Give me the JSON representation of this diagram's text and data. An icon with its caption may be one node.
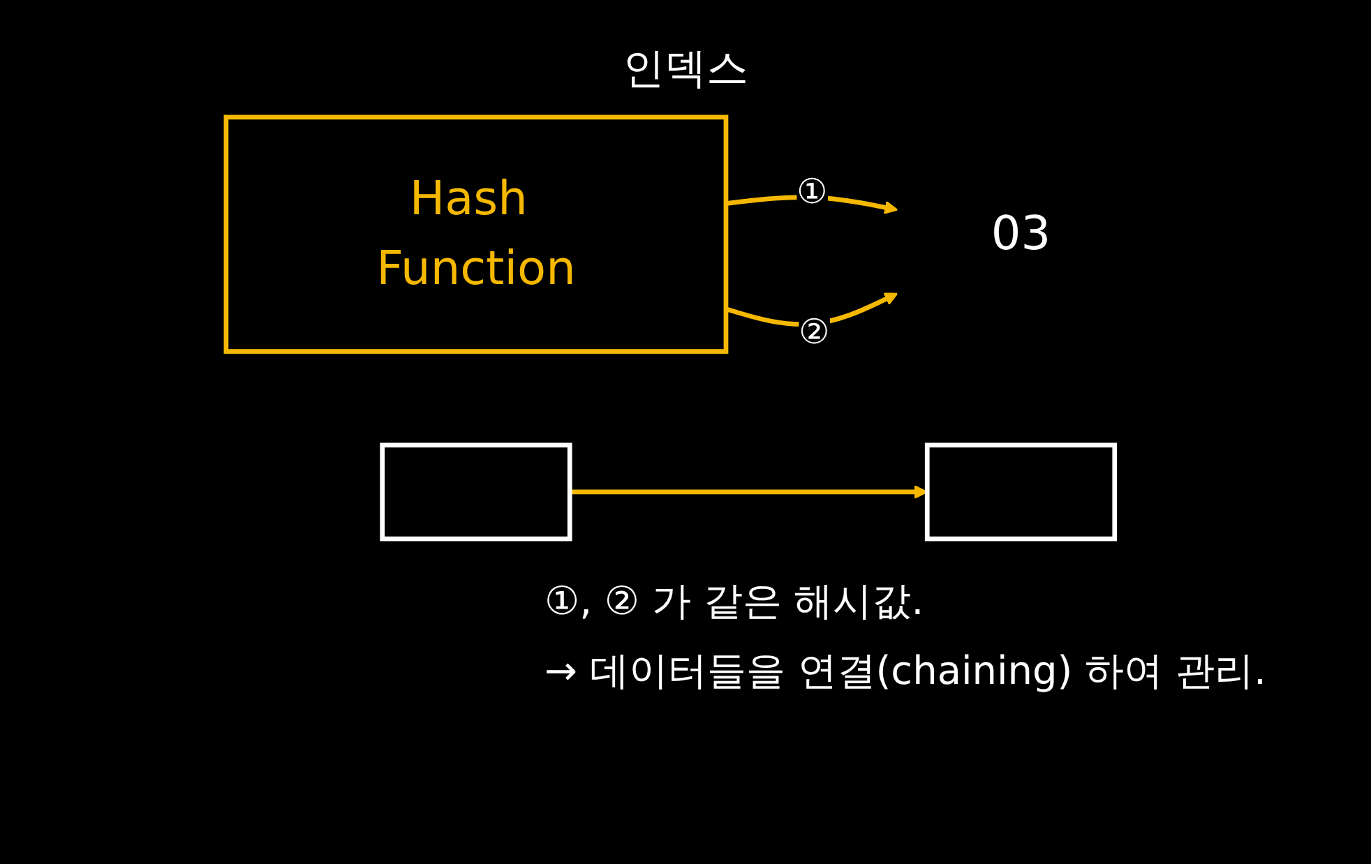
{
  "diagram": {
    "nodes": [
      {
        "text": [
          "Hash Function"
        ]
      },
      {
        "text": [
          "03"
        ]
      },
      {
        "text": [],
        "shape": "box"
      },
      {
        "text": [],
        "shape": "box"
      }
    ],
    "edges": [
      {
        "from": 0,
        "to": 1,
        "label": "①",
        "arrow": "to"
      },
      {
        "from": 0,
        "to": 1,
        "label": "②",
        "arrow": "to"
      },
      {
        "from": 2,
        "to": 3,
        "arrow": "to"
      }
    ],
    "labels": [
      "인덱스",
      "①, ② 가 같은 해시값.",
      "→ 데이터들을 연결(chaining) 하여 관리."
    ]
  }
}
